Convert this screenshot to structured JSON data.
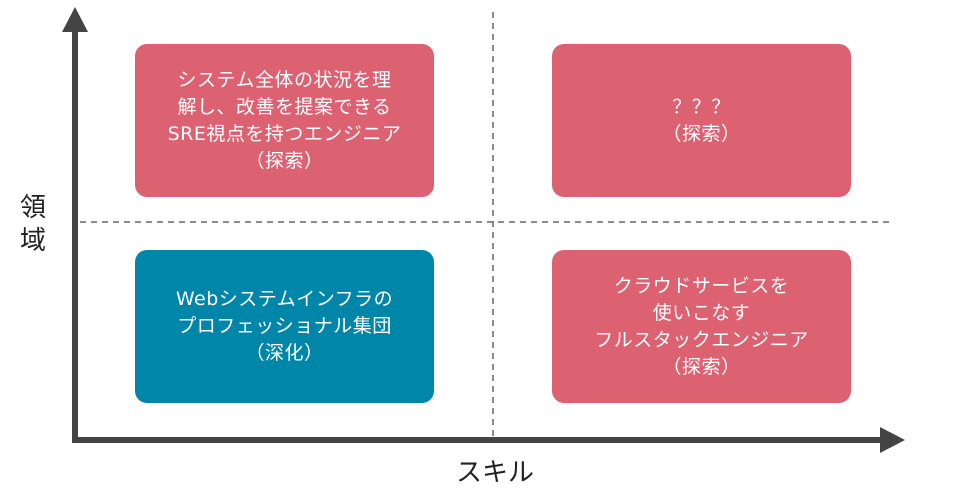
{
  "colors": {
    "explore": "#dc6272",
    "deepen": "#0086a8",
    "axis": "#444444",
    "divider": "#666666",
    "label_text": "#222222"
  },
  "axes": {
    "x_label": "スキル",
    "y_label": [
      "領",
      "域"
    ]
  },
  "quadrants": {
    "top_left": {
      "lines": [
        "システム全体の状況を理",
        "解し、改善を提案できる",
        "SRE視点を持つエンジニア",
        "（探索）"
      ],
      "status": "explore"
    },
    "top_right": {
      "lines": [
        "？？？",
        "（探索）"
      ],
      "status": "explore"
    },
    "bottom_left": {
      "lines": [
        "Webシステムインフラの",
        "プロフェッショナル集団",
        "（深化）"
      ],
      "status": "deepen"
    },
    "bottom_right": {
      "lines": [
        "クラウドサービスを",
        "使いこなす",
        "フルスタックエンジニア",
        "（探索）"
      ],
      "status": "explore"
    }
  }
}
